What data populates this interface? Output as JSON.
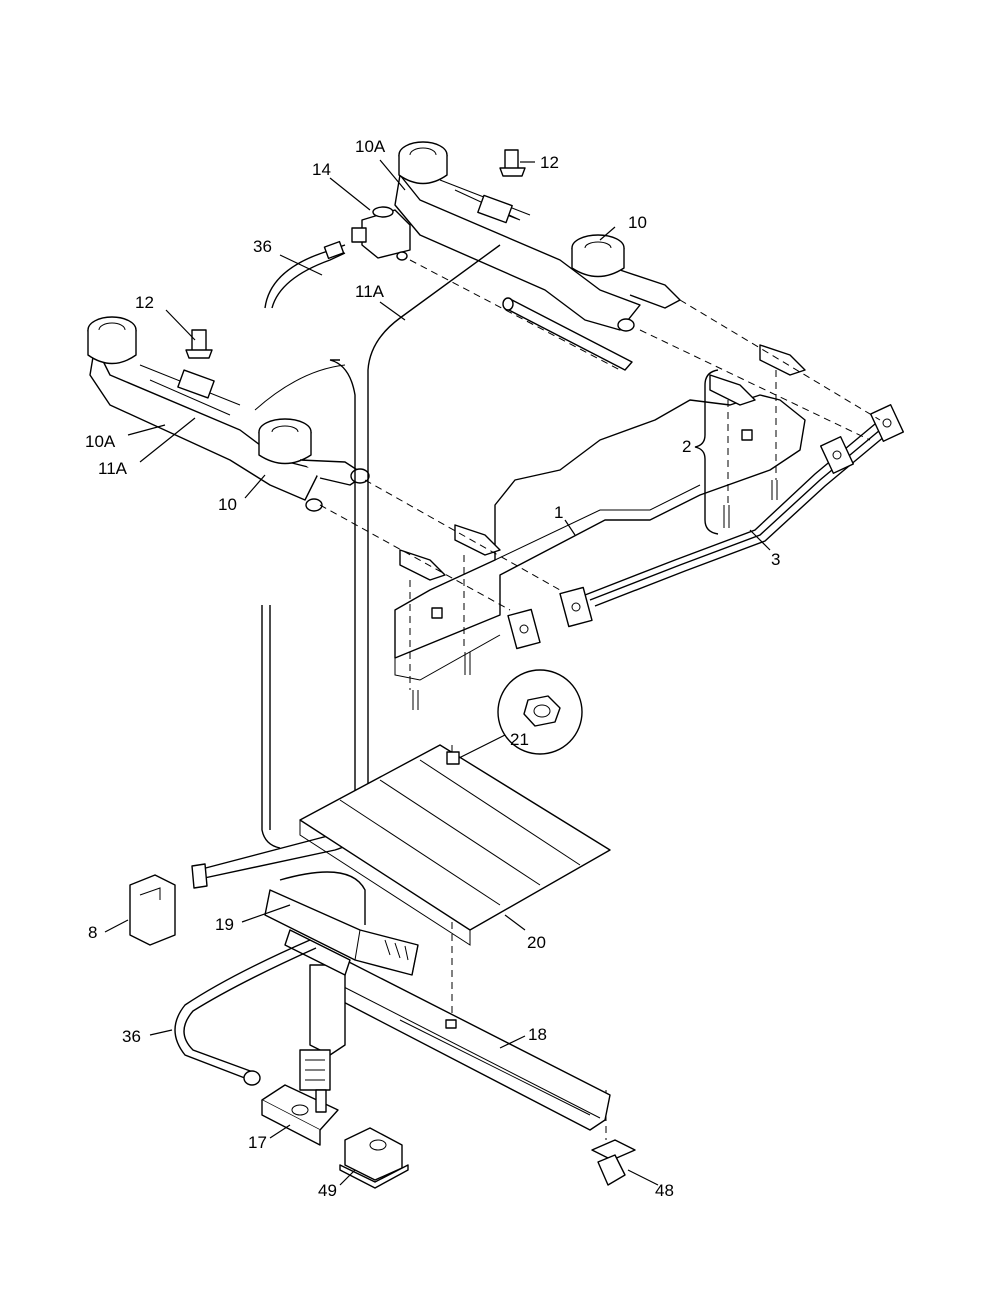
{
  "diagram": {
    "callouts": [
      {
        "id": "c-10a-top",
        "text": "10A"
      },
      {
        "id": "c-12-top",
        "text": "12"
      },
      {
        "id": "c-14",
        "text": "14"
      },
      {
        "id": "c-10-top",
        "text": "10"
      },
      {
        "id": "c-36-top",
        "text": "36"
      },
      {
        "id": "c-11a-top",
        "text": "11A"
      },
      {
        "id": "c-12-left",
        "text": "12"
      },
      {
        "id": "c-10a-left",
        "text": "10A"
      },
      {
        "id": "c-11a-left",
        "text": "11A"
      },
      {
        "id": "c-10-left",
        "text": "10"
      },
      {
        "id": "c-2",
        "text": "2"
      },
      {
        "id": "c-1",
        "text": "1"
      },
      {
        "id": "c-3",
        "text": "3"
      },
      {
        "id": "c-21",
        "text": "21"
      },
      {
        "id": "c-8",
        "text": "8"
      },
      {
        "id": "c-19",
        "text": "19"
      },
      {
        "id": "c-20",
        "text": "20"
      },
      {
        "id": "c-36-bottom",
        "text": "36"
      },
      {
        "id": "c-18",
        "text": "18"
      },
      {
        "id": "c-17",
        "text": "17"
      },
      {
        "id": "c-49",
        "text": "49"
      },
      {
        "id": "c-48",
        "text": "48"
      }
    ]
  }
}
